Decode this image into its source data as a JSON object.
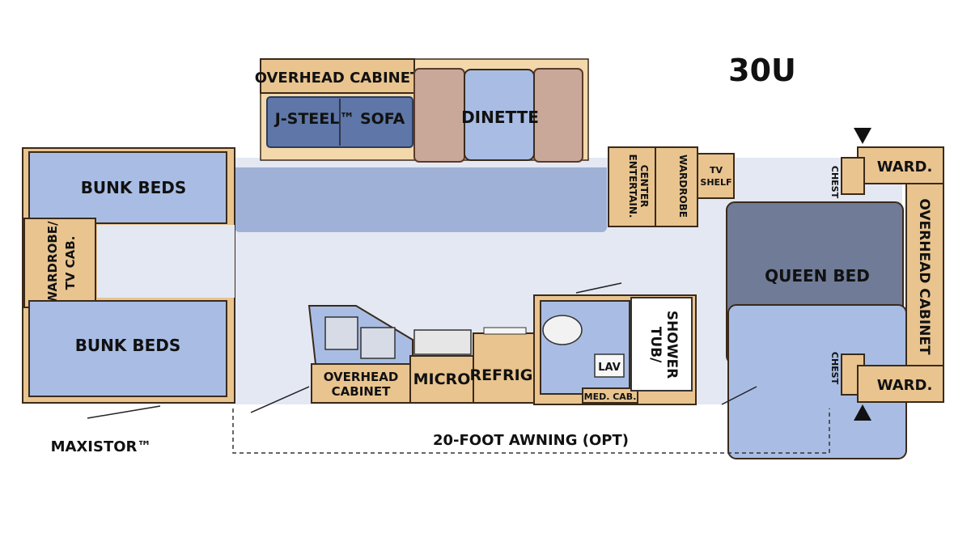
{
  "model": "30U",
  "labels": {
    "bunk_beds_top": "BUNK BEDS",
    "bunk_beds_bottom": "BUNK BEDS",
    "wardrobe_tv_1": "WARDROBE/",
    "wardrobe_tv_2": "TV CAB.",
    "overhead_cabinet_top": "OVERHEAD CABINET",
    "sofa": "J-STEEL™ SOFA",
    "dinette": "DINETTE",
    "entertain_1": "ENTERTAIN.",
    "entertain_2": "CENTER",
    "wardrobe_mid": "WARDROBE",
    "tv_shelf_1": "TV",
    "tv_shelf_2": "SHELF",
    "chest_top": "CHEST",
    "ward_top": "WARD.",
    "overhead_cabinet_right": "OVERHEAD CABINET",
    "queen_bed": "QUEEN BED",
    "chest_bottom": "CHEST",
    "ward_bottom": "WARD.",
    "overhead_cabinet_kitchen_1": "OVERHEAD",
    "overhead_cabinet_kitchen_2": "CABINET",
    "micro": "MICRO",
    "refrig": "REFRIG.",
    "lav": "LAV",
    "med_cab": "MED. CAB.",
    "tub_1": "TUB/",
    "tub_2": "SHOWER",
    "awning": "20-FOOT AWNING (OPT)",
    "maxistor": "MAXISTOR™"
  }
}
